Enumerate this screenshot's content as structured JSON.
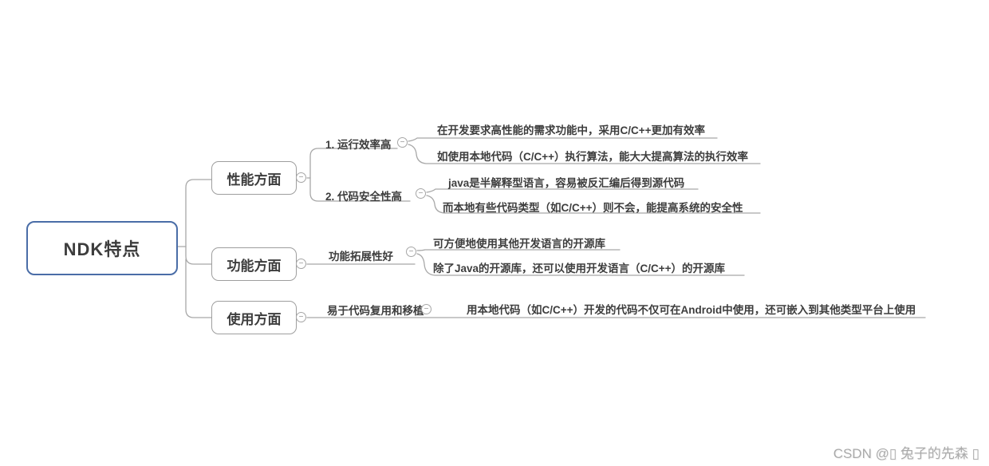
{
  "root": {
    "label": "NDK特点"
  },
  "colors": {
    "accent": "#4a6da7",
    "line": "#a8a8a8",
    "text": "#3d3d3d"
  },
  "collapse_symbol": "−",
  "branches": [
    {
      "label": "性能方面",
      "children": [
        {
          "label": "1. 运行效率高",
          "leaves": [
            "在开发要求高性能的需求功能中，采用C/C++更加有效率",
            "如使用本地代码（C/C++）执行算法，能大大提高算法的执行效率"
          ]
        },
        {
          "label": "2. 代码安全性高",
          "leaves": [
            "java是半解释型语言，容易被反汇编后得到源代码",
            "而本地有些代码类型（如C/C++）则不会，能提高系统的安全性"
          ]
        }
      ]
    },
    {
      "label": "功能方面",
      "children": [
        {
          "label": "功能拓展性好",
          "leaves": [
            "可方便地使用其他开发语言的开源库",
            "除了Java的开源库，还可以使用开发语言（C/C++）的开源库"
          ]
        }
      ]
    },
    {
      "label": "使用方面",
      "children": [
        {
          "label": "易于代码复用和移植",
          "leaves": [
            "用本地代码（如C/C++）开发的代码不仅可在Android中使用，还可嵌入到其他类型平台上使用"
          ]
        }
      ]
    }
  ],
  "watermark": {
    "text": "CSDN @▯ 兔子的先森 ▯"
  }
}
